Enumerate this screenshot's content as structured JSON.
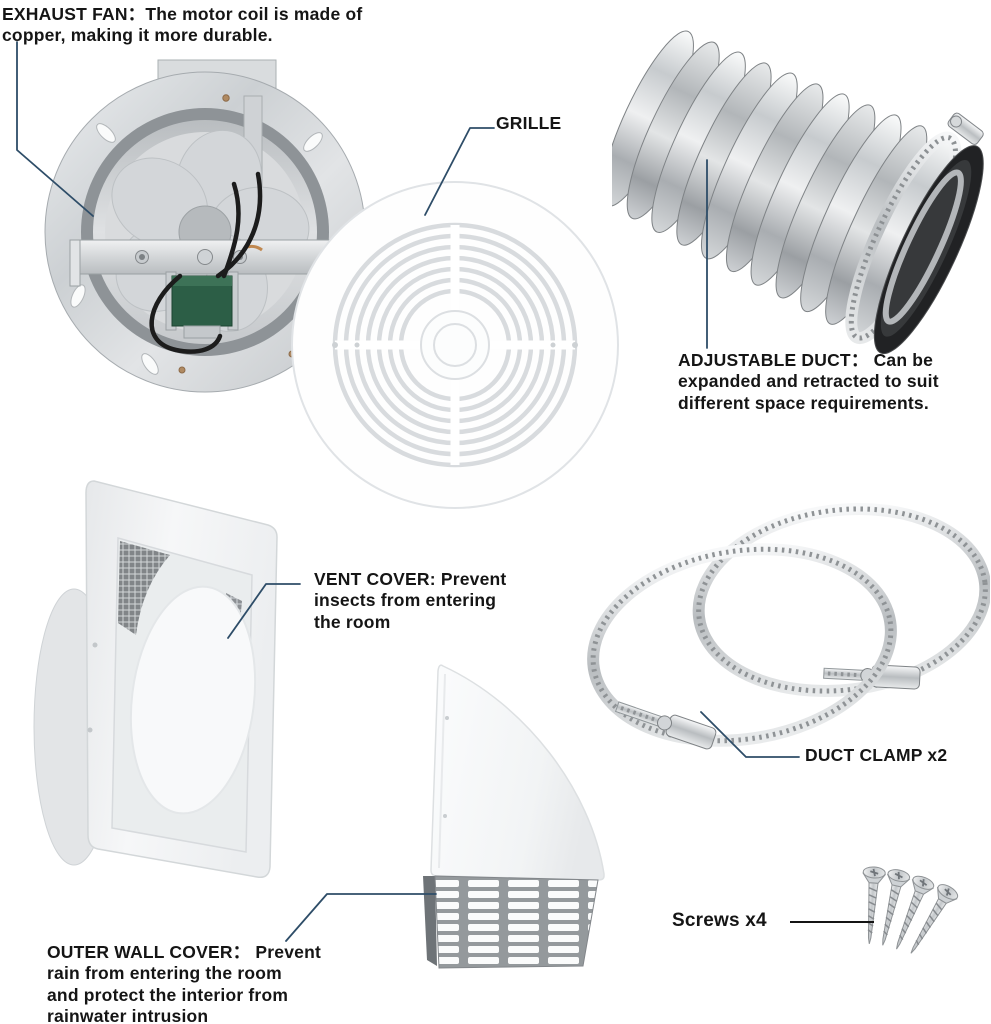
{
  "figure": {
    "background": "#ffffff",
    "text_color": "#151515",
    "leader_color": "#2e4d68",
    "screws_leader_color": "#141414",
    "parts": [
      {
        "id": "exhaust-fan",
        "label": "EXHAUST FAN：The motor coil is made of\ncopper, making it more durable."
      },
      {
        "id": "grille",
        "label": "GRILLE"
      },
      {
        "id": "adjustable-duct",
        "label": "ADJUSTABLE DUCT： Can be\nexpanded and retracted to suit\ndifferent space requirements."
      },
      {
        "id": "vent-cover",
        "label": "VENT COVER: Prevent\ninsects from entering\nthe room"
      },
      {
        "id": "duct-clamp",
        "label": "DUCT CLAMP x2"
      },
      {
        "id": "outer-wall-cover",
        "label": "OUTER WALL COVER： Prevent\nrain from entering the room\nand protect the interior from\nrainwater intrusion"
      },
      {
        "id": "screws",
        "label": "Screws x4"
      }
    ]
  }
}
